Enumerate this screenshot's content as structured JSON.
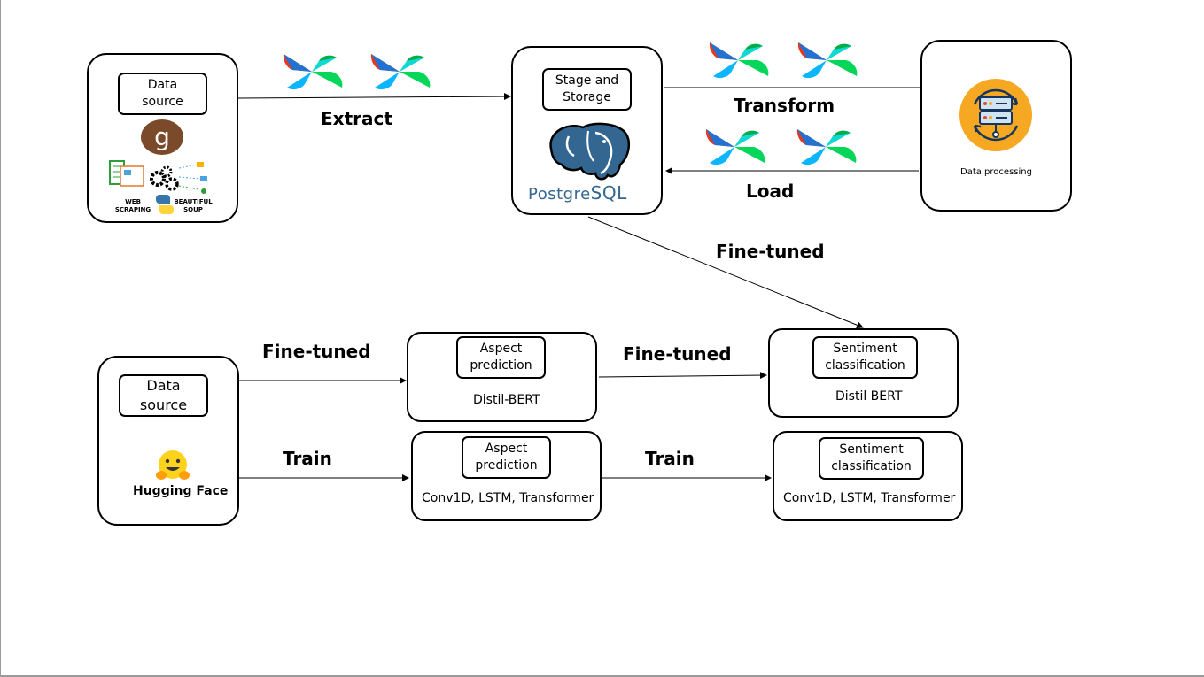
{
  "etl": {
    "source": {
      "label": "Data\nsource",
      "logo_web": "WEB\nSCRAPING",
      "logo_bs": "BEAUTIFUL\nSOUP"
    },
    "storage": {
      "label": "Stage and\nStorage",
      "db_prefix": "Postgre",
      "db_suffix": "SQL"
    },
    "processing": {
      "label": "Data processing"
    },
    "edges": {
      "extract": "Extract",
      "transform": "Transform",
      "load": "Load",
      "fine_tuned_db": "Fine-tuned"
    }
  },
  "ml": {
    "source": {
      "label": "Data\nsource",
      "hf_name": "Hugging Face"
    },
    "aspect_ft": {
      "label": "Aspect\nprediction",
      "model": "Distil-BERT"
    },
    "sentiment_ft": {
      "label": "Sentiment\nclassification",
      "model": "Distil BERT"
    },
    "aspect_train": {
      "label": "Aspect\nprediction",
      "model": "Conv1D, LSTM, Transformer"
    },
    "sentiment_train": {
      "label": "Sentiment\nclassification",
      "model": "Conv1D, LSTM, Transformer"
    },
    "edges": {
      "fine_tuned_left": "Fine-tuned",
      "fine_tuned_mid": "Fine-tuned",
      "train_left": "Train",
      "train_mid": "Train"
    }
  },
  "icons": [
    "airflow-pinwheel-icon",
    "goodreads-icon",
    "web-scraping-icon",
    "python-icon",
    "postgresql-elephant-icon",
    "data-processing-icon",
    "hugging-face-icon"
  ]
}
